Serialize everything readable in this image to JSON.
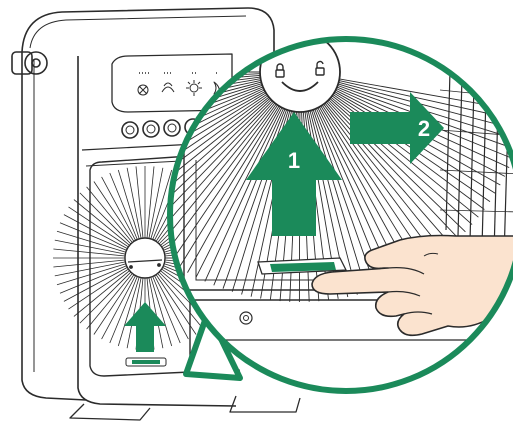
{
  "illustration": {
    "colors": {
      "line": "#2b2b2b",
      "arrow": "#1b8a5a",
      "callout_border": "#1b8a5a",
      "skin": "#fbe3cf",
      "background": "#ffffff",
      "tab": "#1b8a5a"
    },
    "steps": [
      {
        "number": "1",
        "direction": "up"
      },
      {
        "number": "2",
        "direction": "right"
      }
    ],
    "icons": [
      "fan-speed-icon",
      "swing-icon",
      "light-icon",
      "mist-icon",
      "lock-icon",
      "unlock-icon",
      "hand-icon"
    ]
  }
}
